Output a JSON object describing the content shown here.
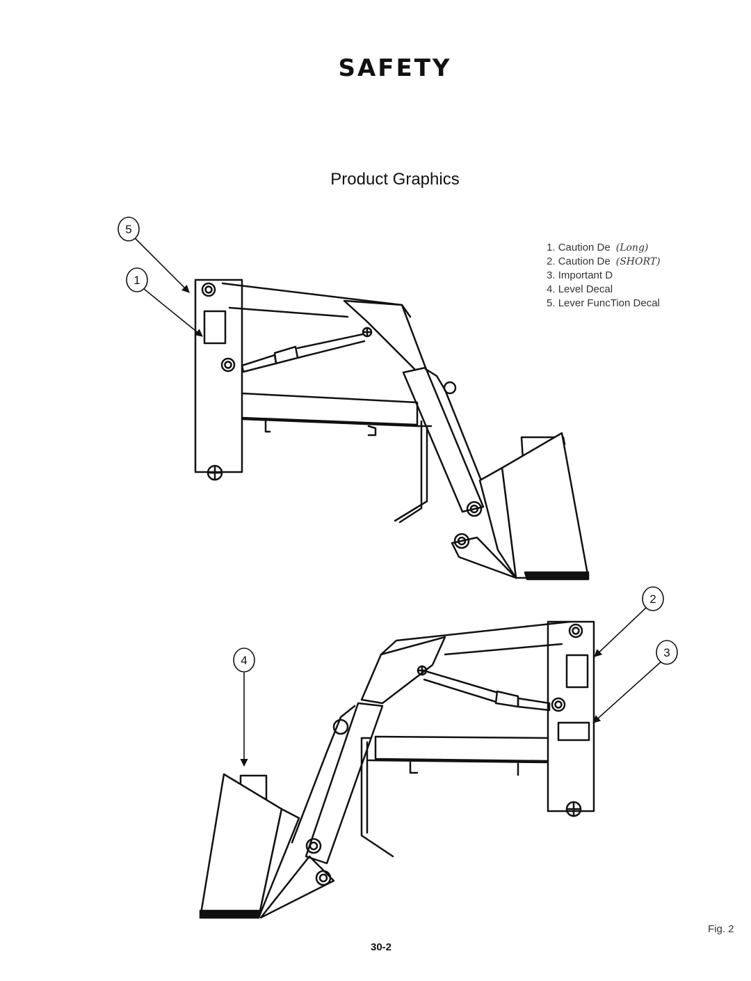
{
  "header": {
    "title": "SAFETY",
    "subtitle": "Product Graphics"
  },
  "legend": [
    {
      "num": "1.",
      "text": "Caution De",
      "note": "(Long)"
    },
    {
      "num": "2.",
      "text": "Caution De",
      "note": "(SHORT)"
    },
    {
      "num": "3.",
      "text": "Important D",
      "note": ""
    },
    {
      "num": "4.",
      "text": "Level Decal",
      "note": ""
    },
    {
      "num": "5.",
      "text": "Lever FuncTion Decal",
      "note": ""
    }
  ],
  "callouts": [
    "5",
    "1",
    "2",
    "3",
    "4"
  ],
  "footer": {
    "figure": "Fig. 2",
    "page": "30-2"
  }
}
